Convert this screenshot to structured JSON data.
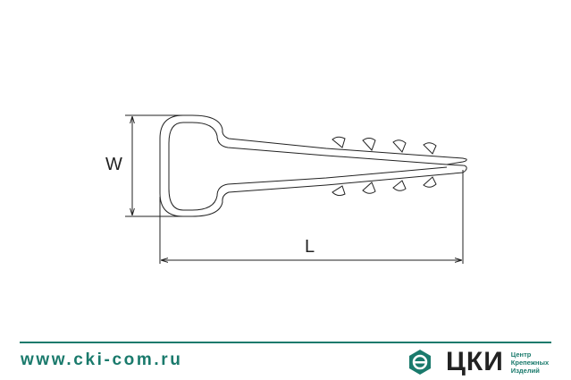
{
  "dimensions": {
    "width_label": "W",
    "length_label": "L"
  },
  "footer": {
    "url": "www.cki-com.ru",
    "logo_name": "ЦКИ",
    "logo_subtitle": [
      "Центр",
      "Крепежных",
      "Изделий"
    ],
    "accent_color": "#1a7a6c"
  }
}
